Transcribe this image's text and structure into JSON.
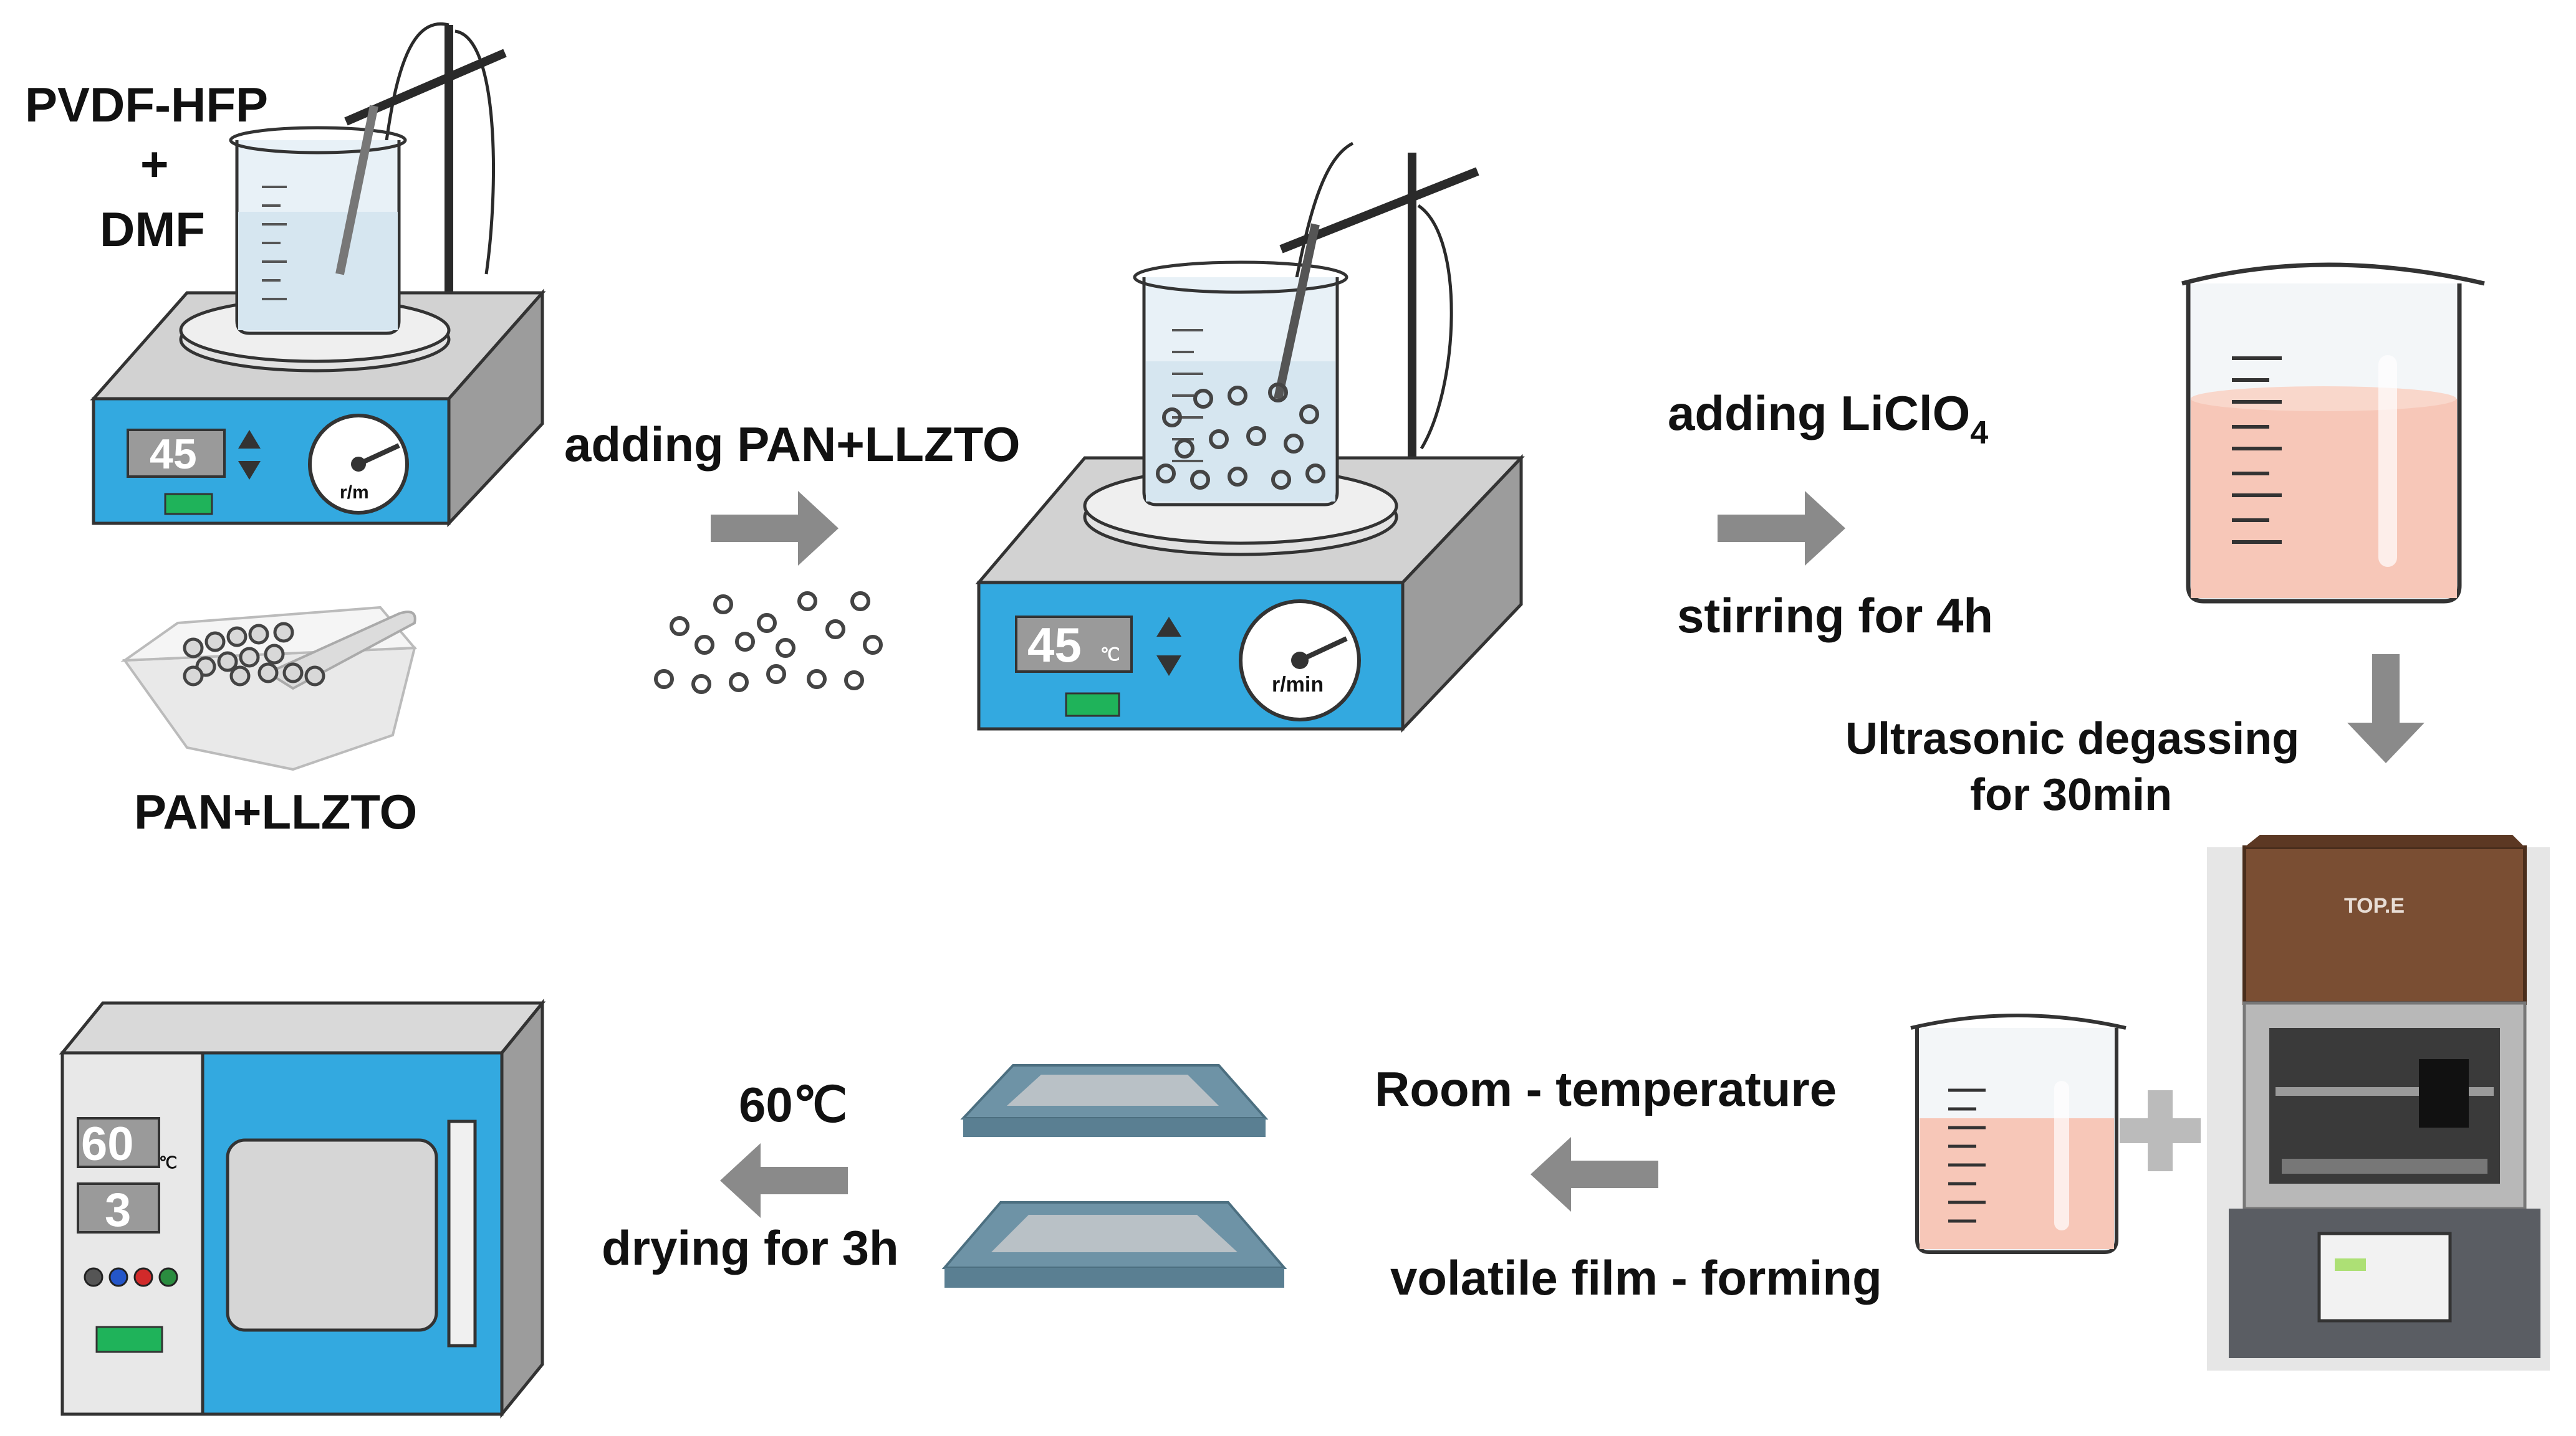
{
  "labels": {
    "solvent_top": "PVDF-HFP",
    "solvent_plus": "+",
    "solvent_bottom": "DMF",
    "mortar": "PAN+LLZTO",
    "step1": "adding PAN+LLZTO",
    "step2a_prefix": "adding LiClO",
    "step2a_sub": "4",
    "step2b": "stirring for 4h",
    "step3_line1": "Ultrasonic degassing",
    "step3_line2": "for 30min",
    "step4_line1": "Room - temperature",
    "step4_line2": "volatile film - forming",
    "step5_temp": "60℃",
    "step5_time": "drying for 3h"
  },
  "devices": {
    "stirrer1": {
      "display": "45",
      "unit": "℃",
      "dial": "r/m"
    },
    "stirrer2": {
      "display": "45",
      "unit": "℃",
      "dial": "r/min"
    },
    "oven": {
      "temp": "60",
      "temp_unit": "℃",
      "time": "3"
    },
    "printer_logo": "TOP.E"
  },
  "colors": {
    "device_blue": "#33a9e0",
    "device_gray": "#d2d2d2",
    "display_gray": "#9a9a9a",
    "indicator_green": "#1fb35a",
    "arrow_gray": "#8a8a8a",
    "solution_pink": "#f7c7b8",
    "printer_brown": "#7a4e33"
  },
  "icons": [
    "flow-arrow-icon",
    "plus-icon",
    "magnetic-stirrer-icon",
    "beaker-icon",
    "mortar-icon",
    "drying-oven-icon",
    "film-substrate-icon",
    "film-coater-icon"
  ]
}
